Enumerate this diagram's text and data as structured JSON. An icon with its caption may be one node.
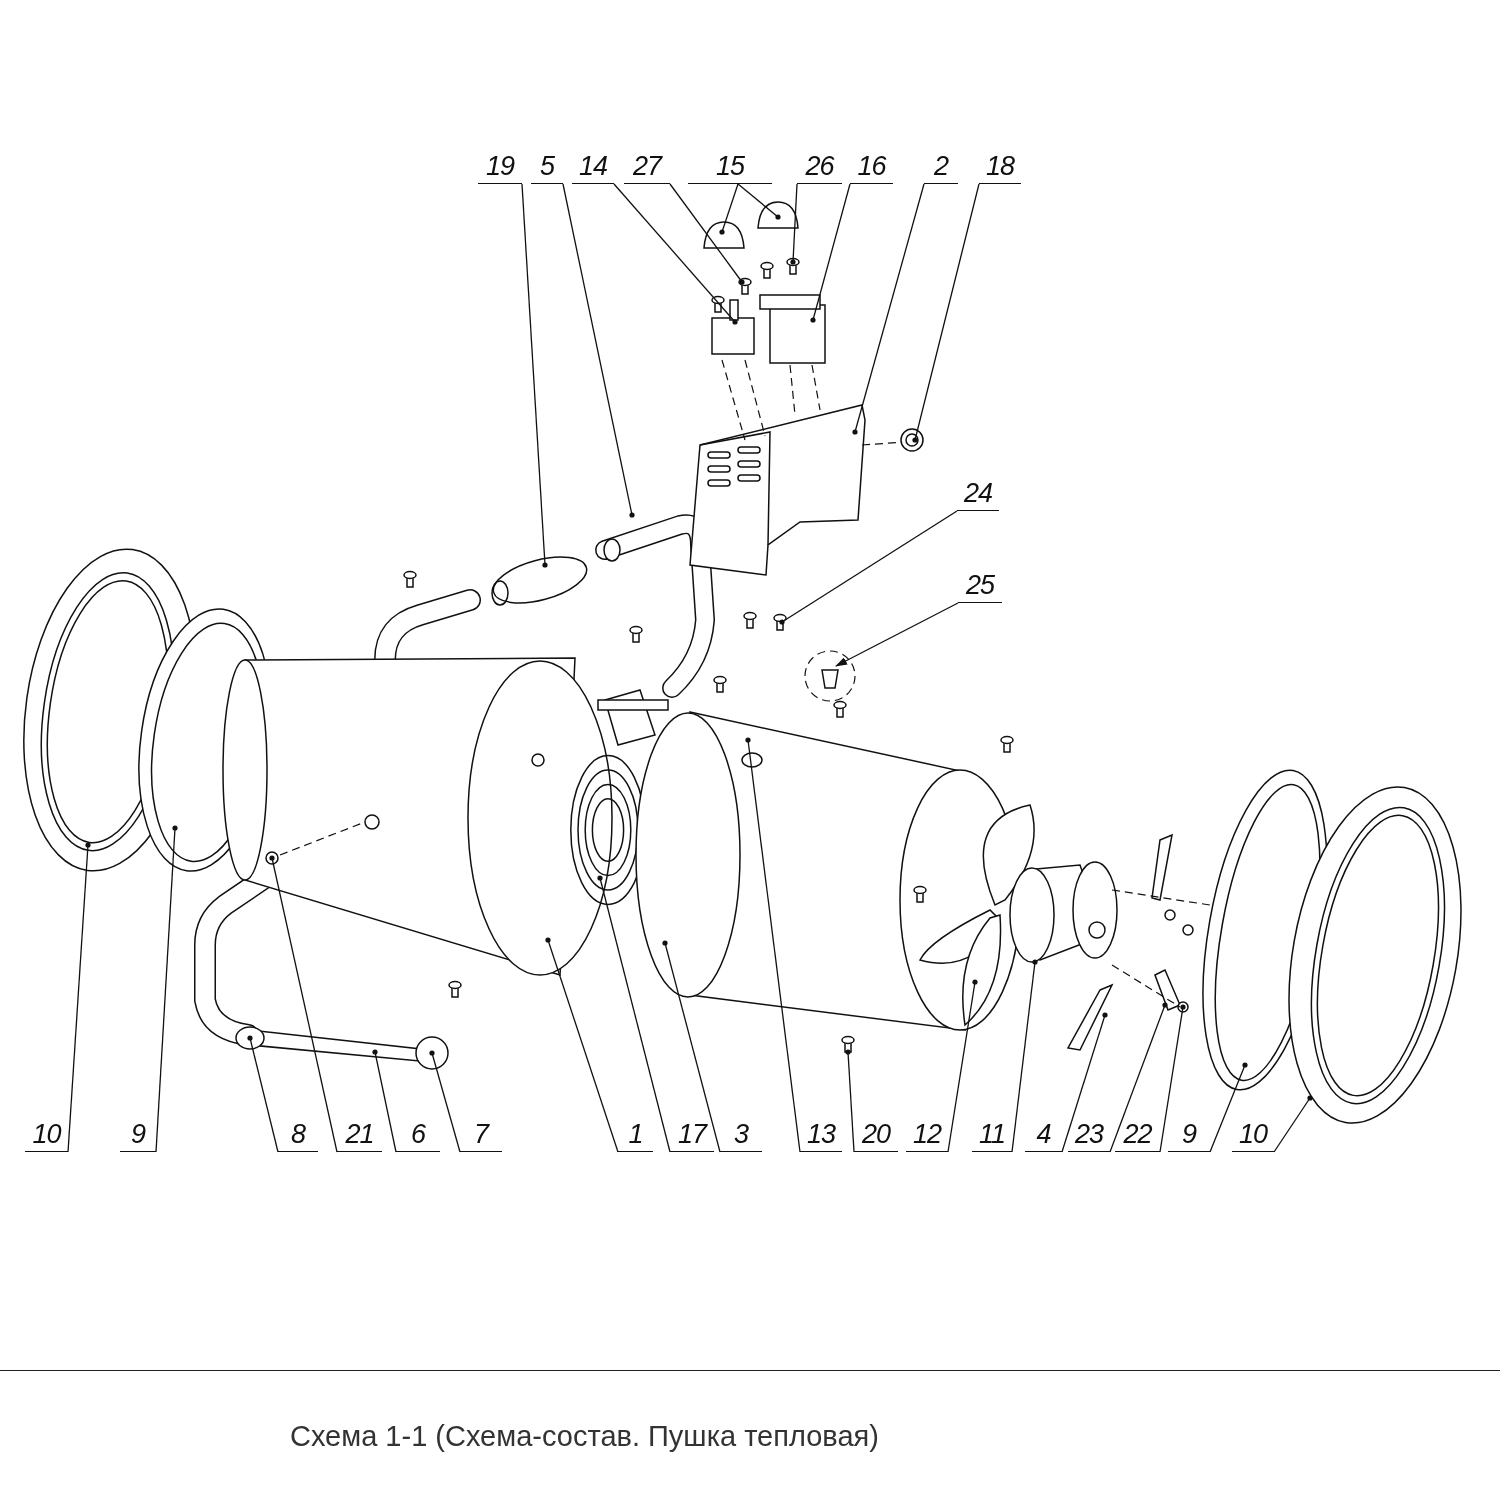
{
  "diagram": {
    "caption": "Схема 1-1 (Схема-состав. Пушка тепловая)",
    "nodes": [
      {
        "text": [
          "19"
        ]
      },
      {
        "text": [
          "5"
        ]
      },
      {
        "text": [
          "14"
        ]
      },
      {
        "text": [
          "27"
        ]
      },
      {
        "text": [
          "15"
        ]
      },
      {
        "text": [
          "26"
        ]
      },
      {
        "text": [
          "16"
        ]
      },
      {
        "text": [
          "2"
        ]
      },
      {
        "text": [
          "18"
        ]
      },
      {
        "text": [
          "24"
        ]
      },
      {
        "text": [
          "25"
        ]
      },
      {
        "text": [
          "10"
        ]
      },
      {
        "text": [
          "9"
        ]
      },
      {
        "text": [
          "8"
        ]
      },
      {
        "text": [
          "21"
        ]
      },
      {
        "text": [
          "6"
        ]
      },
      {
        "text": [
          "7"
        ]
      },
      {
        "text": [
          "1"
        ]
      },
      {
        "text": [
          "17"
        ]
      },
      {
        "text": [
          "3"
        ]
      },
      {
        "text": [
          "13"
        ]
      },
      {
        "text": [
          "20"
        ]
      },
      {
        "text": [
          "12"
        ]
      },
      {
        "text": [
          "11"
        ]
      },
      {
        "text": [
          "4"
        ]
      },
      {
        "text": [
          "23"
        ]
      },
      {
        "text": [
          "22"
        ]
      },
      {
        "text": [
          "9"
        ]
      },
      {
        "text": [
          "10"
        ]
      }
    ],
    "edges": [
      {
        "from": 0,
        "to": null,
        "arrow": "other"
      },
      {
        "from": 1,
        "to": null,
        "arrow": "other"
      },
      {
        "from": 2,
        "to": null,
        "arrow": "other"
      },
      {
        "from": 3,
        "to": null,
        "arrow": "other"
      },
      {
        "from": 4,
        "to": null,
        "arrow": "other"
      },
      {
        "from": 4,
        "to": null,
        "arrow": "other"
      },
      {
        "from": 5,
        "to": null,
        "arrow": "other"
      },
      {
        "from": 6,
        "to": null,
        "arrow": "other"
      },
      {
        "from": 7,
        "to": null,
        "arrow": "other"
      },
      {
        "from": 8,
        "to": null,
        "arrow": "other"
      },
      {
        "from": 9,
        "to": null,
        "arrow": "other"
      },
      {
        "from": 10,
        "to": null,
        "arrow": "to"
      },
      {
        "from": 11,
        "to": null,
        "arrow": "other"
      },
      {
        "from": 12,
        "to": null,
        "arrow": "other"
      },
      {
        "from": 13,
        "to": null,
        "arrow": "other"
      },
      {
        "from": 14,
        "to": null,
        "arrow": "other"
      },
      {
        "from": 15,
        "to": null,
        "arrow": "other"
      },
      {
        "from": 16,
        "to": null,
        "arrow": "other"
      },
      {
        "from": 17,
        "to": null,
        "arrow": "other"
      },
      {
        "from": 18,
        "to": null,
        "arrow": "other"
      },
      {
        "from": 19,
        "to": null,
        "arrow": "other"
      },
      {
        "from": 20,
        "to": null,
        "arrow": "other"
      },
      {
        "from": 21,
        "to": null,
        "arrow": "other"
      },
      {
        "from": 22,
        "to": null,
        "arrow": "other"
      },
      {
        "from": 23,
        "to": null,
        "arrow": "other"
      },
      {
        "from": 24,
        "to": null,
        "arrow": "other"
      },
      {
        "from": 25,
        "to": null,
        "arrow": "other"
      },
      {
        "from": 26,
        "to": null,
        "arrow": "other"
      },
      {
        "from": 27,
        "to": null,
        "arrow": "other"
      },
      {
        "from": 28,
        "to": null,
        "arrow": "other"
      }
    ]
  }
}
